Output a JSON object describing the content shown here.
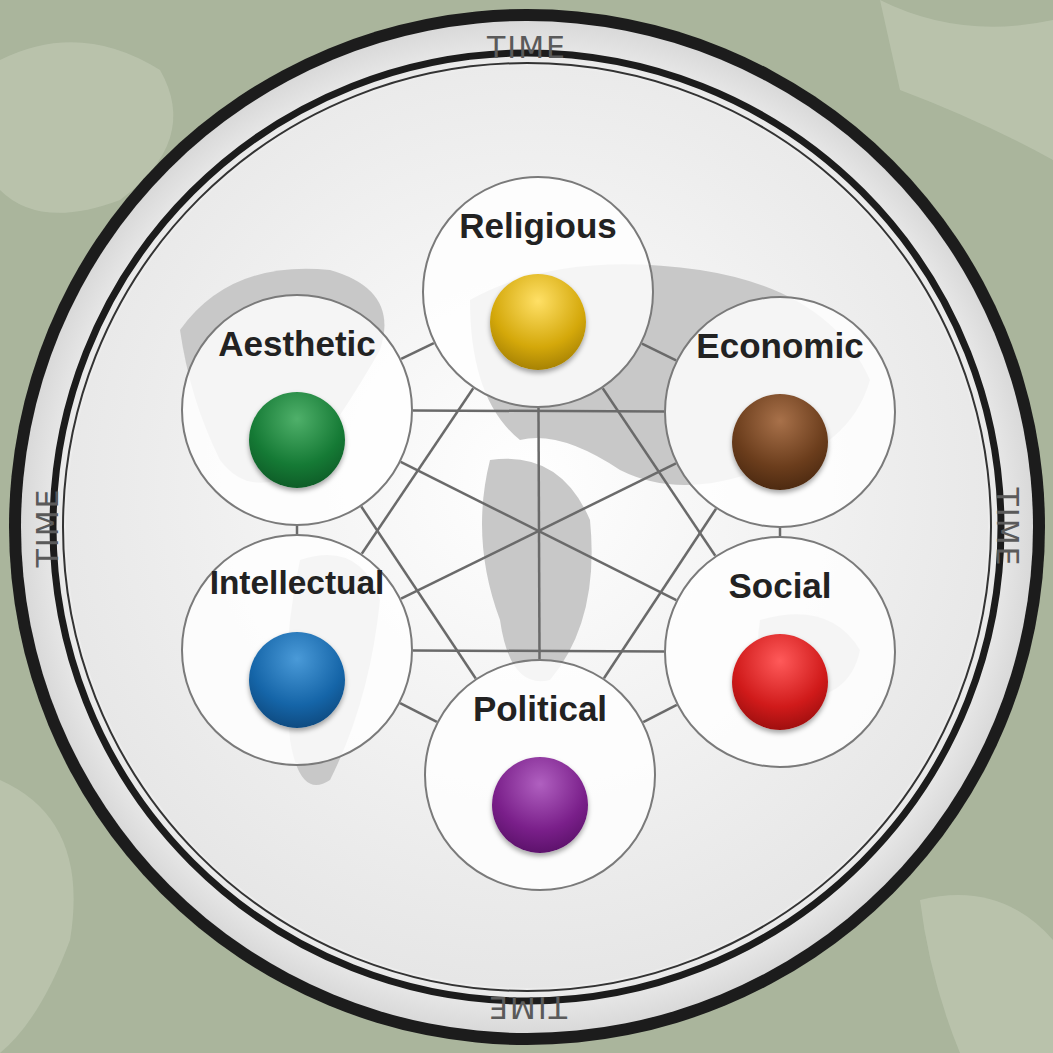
{
  "diagram": {
    "nodes": [
      {
        "text": [
          "TIME",
          "TIME",
          "TIME",
          "TIME"
        ]
      },
      {
        "text": [
          "Religious"
        ],
        "in": 0
      },
      {
        "text": [
          "Aesthetic"
        ],
        "in": 0
      },
      {
        "text": [
          "Economic"
        ],
        "in": 0
      },
      {
        "text": [
          "Intellectual"
        ],
        "in": 0
      },
      {
        "text": [
          "Social"
        ],
        "in": 0
      },
      {
        "text": [
          "Political"
        ],
        "in": 0
      }
    ],
    "edges": [
      {
        "from": 1,
        "to": 2,
        "arrow": "none"
      },
      {
        "from": 1,
        "to": 3,
        "arrow": "none"
      },
      {
        "from": 1,
        "to": 4,
        "arrow": "none"
      },
      {
        "from": 1,
        "to": 5,
        "arrow": "none"
      },
      {
        "from": 1,
        "to": 6,
        "arrow": "none"
      },
      {
        "from": 2,
        "to": 3,
        "arrow": "none"
      },
      {
        "from": 2,
        "to": 4,
        "arrow": "none"
      },
      {
        "from": 2,
        "to": 5,
        "arrow": "none"
      },
      {
        "from": 2,
        "to": 6,
        "arrow": "none"
      },
      {
        "from": 3,
        "to": 4,
        "arrow": "none"
      },
      {
        "from": 3,
        "to": 5,
        "arrow": "none"
      },
      {
        "from": 3,
        "to": 6,
        "arrow": "none"
      },
      {
        "from": 4,
        "to": 5,
        "arrow": "none"
      },
      {
        "from": 4,
        "to": 6,
        "arrow": "none"
      },
      {
        "from": 5,
        "to": 6,
        "arrow": "none"
      }
    ]
  }
}
